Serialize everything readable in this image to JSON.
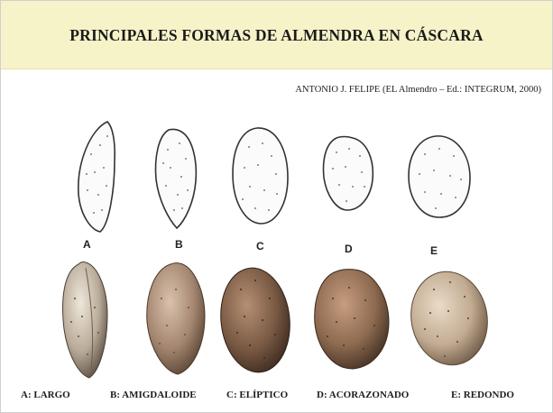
{
  "title": "PRINCIPALES FORMAS DE ALMENDRA EN CÁSCARA",
  "credit": "ANTONIO J. FELIPE (EL Almendro – Ed.: INTEGRUM, 2000)",
  "drawing_letters": [
    "A",
    "B",
    "C",
    "D",
    "E"
  ],
  "shapes": [
    {
      "caption": "A: LARGO",
      "photo_color": "#b9ab99"
    },
    {
      "caption": "B: AMIGDALOIDE",
      "photo_color": "#a48670"
    },
    {
      "caption": "C: ELÍPTICO",
      "photo_color": "#7a5a44"
    },
    {
      "caption": "D: ACORAZONADO",
      "photo_color": "#8d6a50"
    },
    {
      "caption": "E: REDONDO",
      "photo_color": "#c2ab92"
    }
  ]
}
